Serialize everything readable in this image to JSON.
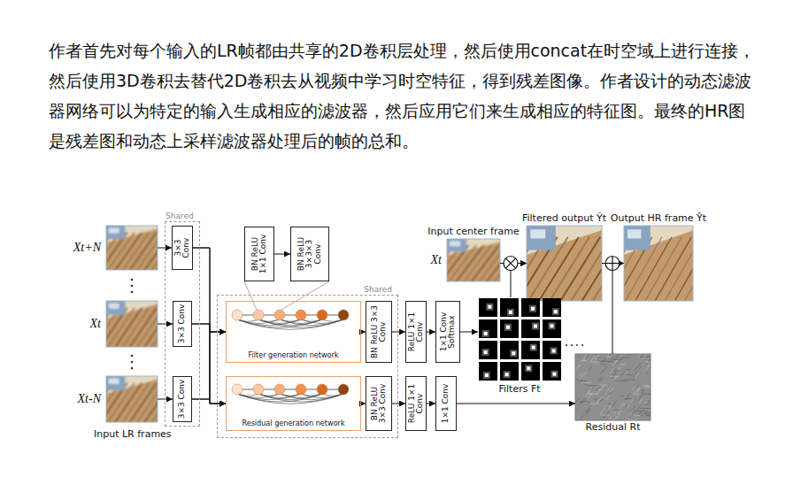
{
  "diagram": {
    "nodes": [
      {
        "text": [
          "Xt+N"
        ]
      },
      {
        "text": [
          "Xt"
        ]
      },
      {
        "text": [
          "Xt-N"
        ]
      },
      {
        "text": [
          "Shared"
        ]
      },
      {
        "text": [
          "3×3 Conv"
        ],
        "in": 3
      },
      {
        "text": [
          "3×3 Conv"
        ],
        "in": 3
      },
      {
        "text": [
          "3×3 Conv"
        ],
        "in": 3
      },
      {
        "text": [
          "BN ReLU 1×1 Conv"
        ]
      },
      {
        "text": [
          "BN ReLU 3×3×3 Conv"
        ]
      },
      {
        "text": [
          "Shared"
        ]
      },
      {
        "text": [
          "Filter generation network"
        ],
        "in": 9
      },
      {
        "text": [
          "BN ReLU 3×3 Conv"
        ],
        "in": 9
      },
      {
        "text": [
          "Residual generation network"
        ],
        "in": 9
      },
      {
        "text": [
          "BN ReLU 3×3 Conv"
        ],
        "in": 9
      },
      {
        "text": [
          "ReLU 1×1 Conv"
        ]
      },
      {
        "text": [
          "1×1 Conv Softmax"
        ]
      },
      {
        "text": [
          "ReLU 1×1 Conv"
        ]
      },
      {
        "text": [
          "1×1 Conv"
        ]
      },
      {
        "text": [
          "Input center frame",
          "Xt"
        ]
      },
      {
        "text": [
          "Filtered output Ỹt"
        ]
      },
      {
        "text": [
          "Output HR frame Ŷt"
        ]
      },
      {
        "text": [
          "Filters Ft"
        ]
      },
      {
        "text": [
          "Residual Rt"
        ]
      }
    ],
    "edges": [
      {
        "from": 0,
        "to": 4,
        "arrow": "to"
      },
      {
        "from": 1,
        "to": 5,
        "arrow": "to"
      },
      {
        "from": 2,
        "to": 6,
        "arrow": "to"
      },
      {
        "from": 4,
        "to": 10,
        "arrow": "to"
      },
      {
        "from": 5,
        "to": 10,
        "arrow": "to"
      },
      {
        "from": 6,
        "to": 10,
        "arrow": "to"
      },
      {
        "from": 4,
        "to": 12,
        "arrow": "to"
      },
      {
        "from": 5,
        "to": 12,
        "arrow": "to"
      },
      {
        "from": 6,
        "to": 12,
        "arrow": "to"
      },
      {
        "from": 7,
        "to": 8,
        "arrow": "to"
      },
      {
        "from": 10,
        "to": 11,
        "arrow": "to"
      },
      {
        "from": 11,
        "to": 14,
        "arrow": "to"
      },
      {
        "from": 14,
        "to": 15,
        "arrow": "to"
      },
      {
        "from": 15,
        "to": 21,
        "arrow": "to"
      },
      {
        "from": 12,
        "to": 13,
        "arrow": "to"
      },
      {
        "from": 13,
        "to": 16,
        "arrow": "to"
      },
      {
        "from": 16,
        "to": 17,
        "arrow": "to"
      },
      {
        "from": 17,
        "to": 22,
        "arrow": "to"
      },
      {
        "from": 21,
        "to": 19,
        "arrow": "to"
      },
      {
        "from": 18,
        "to": 19,
        "arrow": "to"
      },
      {
        "from": 19,
        "to": 20,
        "arrow": "to"
      },
      {
        "from": 22,
        "to": 20,
        "arrow": "to"
      }
    ],
    "labels": [
      "作者首先对每个输入的LR帧都由共享的2D卷积层处理，然后使用concat在时空域上进行连接，然后使用3D卷积去替代2D卷积去从视频中学习时空特征，得到残差图像。作者设计的动态滤波器网络可以为特定的输入生成相应的滤波器，然后应用它们来生成相应的特征图。最终的HR图是残差图和动态上采样滤波器处理后的帧的总和。",
      "Input LR frames"
    ]
  }
}
